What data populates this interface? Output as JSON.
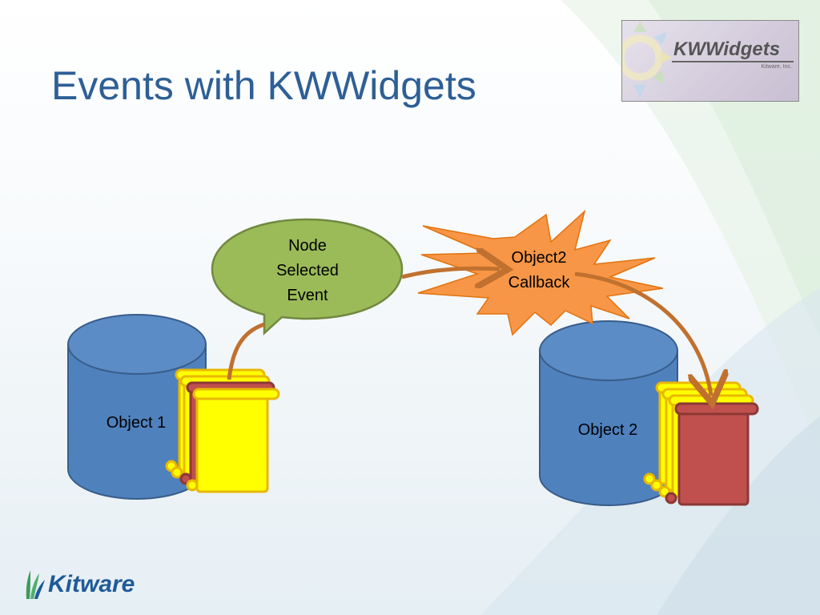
{
  "slide": {
    "title": "Events with KWWidgets"
  },
  "header_logo": {
    "brand": "KWWidgets",
    "tagline": "Kitware, Inc.",
    "icon": "sun-icon"
  },
  "diagram": {
    "object1_label": "Object 1",
    "object2_label": "Object 2",
    "event_bubble": {
      "line1": "Node",
      "line2": "Selected",
      "line3": "Event"
    },
    "callback_burst": {
      "line1": "Object2",
      "line2": "Callback"
    },
    "colors": {
      "cylinder": "#4f81bd",
      "bubble": "#9bbb59",
      "burst": "#f79646",
      "arrow": "#c0712f",
      "scroll_yellow": "#ffff00",
      "scroll_red": "#c0504d"
    }
  },
  "footer_logo": {
    "brand": "Kitware",
    "icon": "kitware-leaf-icon"
  }
}
